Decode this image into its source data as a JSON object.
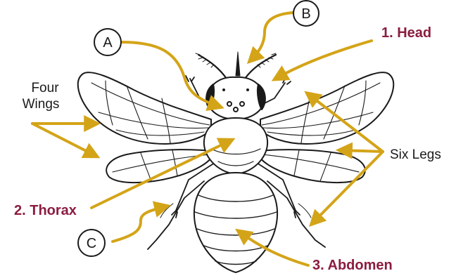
{
  "colors": {
    "accent_arrow": "#D4A418",
    "label_maroon": "#8B1D3F",
    "ink": "#1a1a1a",
    "background": "#ffffff"
  },
  "labels": {
    "head": "1. Head",
    "thorax": "2. Thorax",
    "abdomen": "3. Abdomen",
    "four_wings_line1": "Four",
    "four_wings_line2": "Wings",
    "six_legs": "Six Legs",
    "callout_a": "A",
    "callout_b": "B",
    "callout_c": "C"
  },
  "illustration": {
    "subject": "bee line drawing"
  }
}
